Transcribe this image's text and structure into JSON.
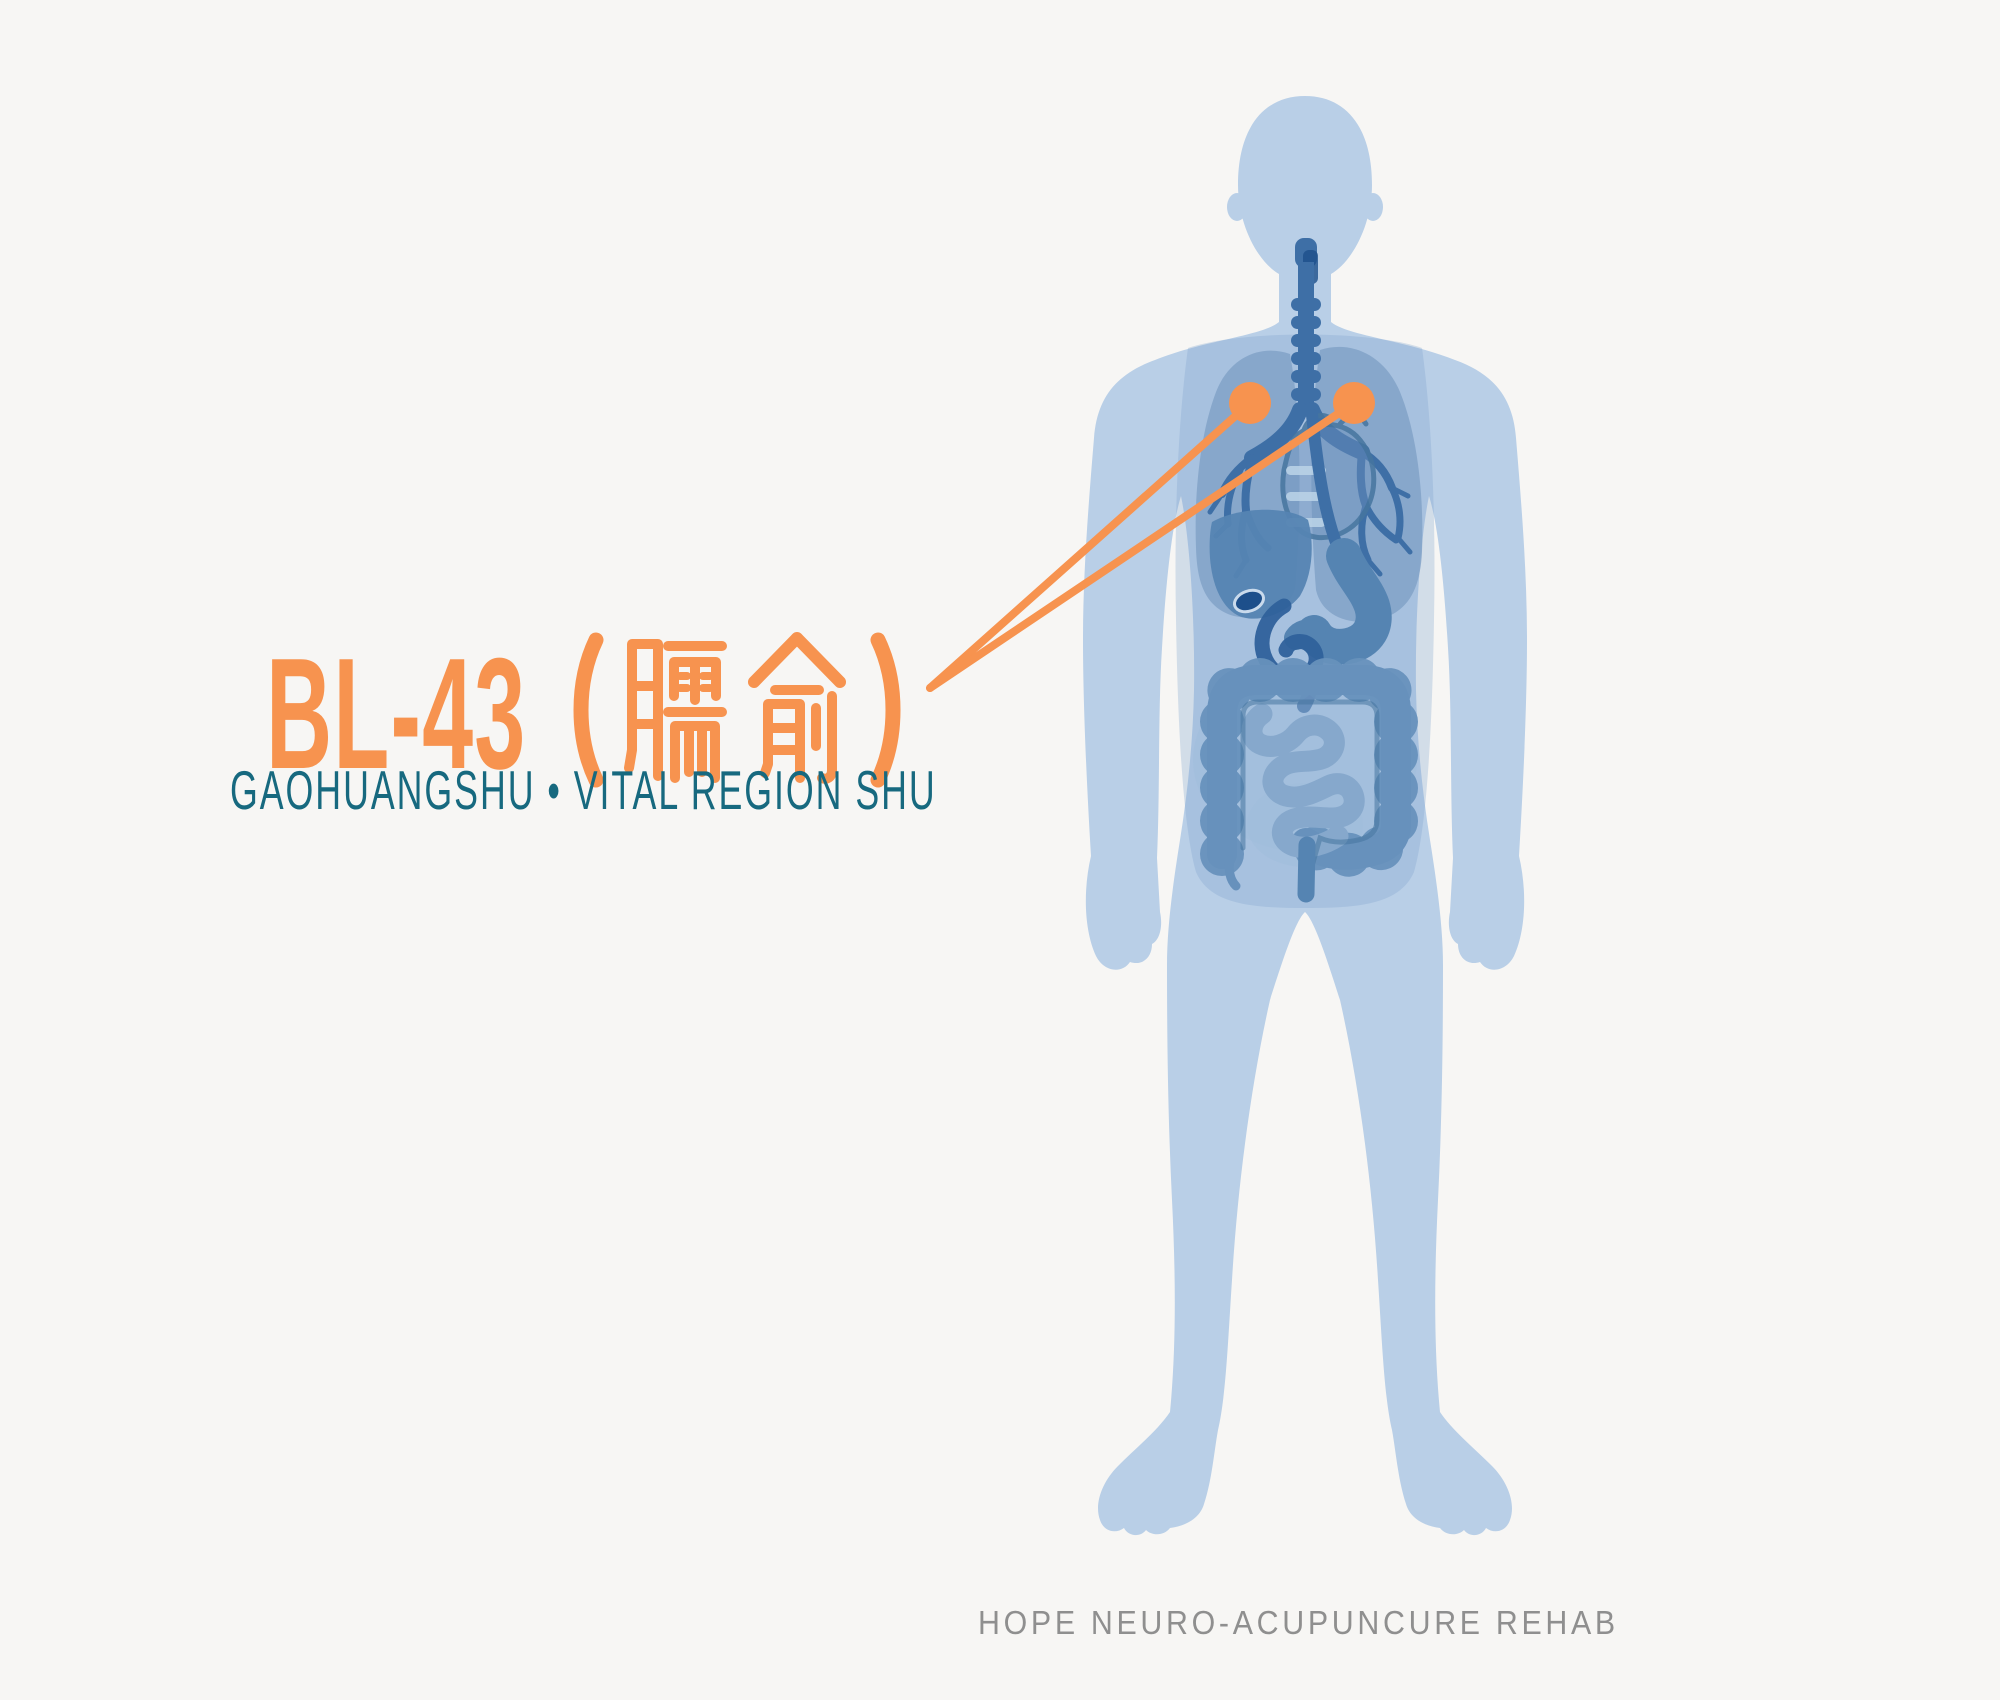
{
  "header": {
    "point_code": "BL-43",
    "point_hanzi": "臑俞",
    "open_paren": "(",
    "close_paren": ")",
    "title_full": "BL-43 (臑俞)",
    "subtitle": "GAOHUANGSHU • VITAL REGION SHU"
  },
  "footer": {
    "brand": "HOPE NEURO-ACUPUNCURE REHAB"
  },
  "illustration": {
    "description": "Front-facing human body silhouette with translucent internal organs (trachea, lungs, heart, liver, gallbladder, stomach, intestines)",
    "markers": {
      "count": 2,
      "shape": "circle",
      "meaning": "BL-43 acupoint, bilateral upper chest/back"
    },
    "leader_lines": {
      "count": 2,
      "from": "title label",
      "to": "acupoint markers"
    }
  },
  "colors": {
    "background": "#F7F6F4",
    "accent_orange": "#F7934F",
    "subtitle_teal": "#17697F",
    "footer_gray": "#8F8F8F",
    "body_blue": "#B9CFE7",
    "overlay_blue": "#7EA2CC",
    "lung_blue": "#7FA0C6",
    "bronchi_blue": "#3E6FA6",
    "heart_fill": "#6D92BD",
    "rib_blue": "#BCD3E8",
    "organ_blue": "#5584B2",
    "deep_blue": "#2F619B",
    "navy": "#1D4F8B",
    "colon_blue": "#6791BC",
    "intestine_blue": "#86A8CC",
    "mesentery_blue": "#9FBCDB",
    "outline_blue": "#46759F"
  }
}
